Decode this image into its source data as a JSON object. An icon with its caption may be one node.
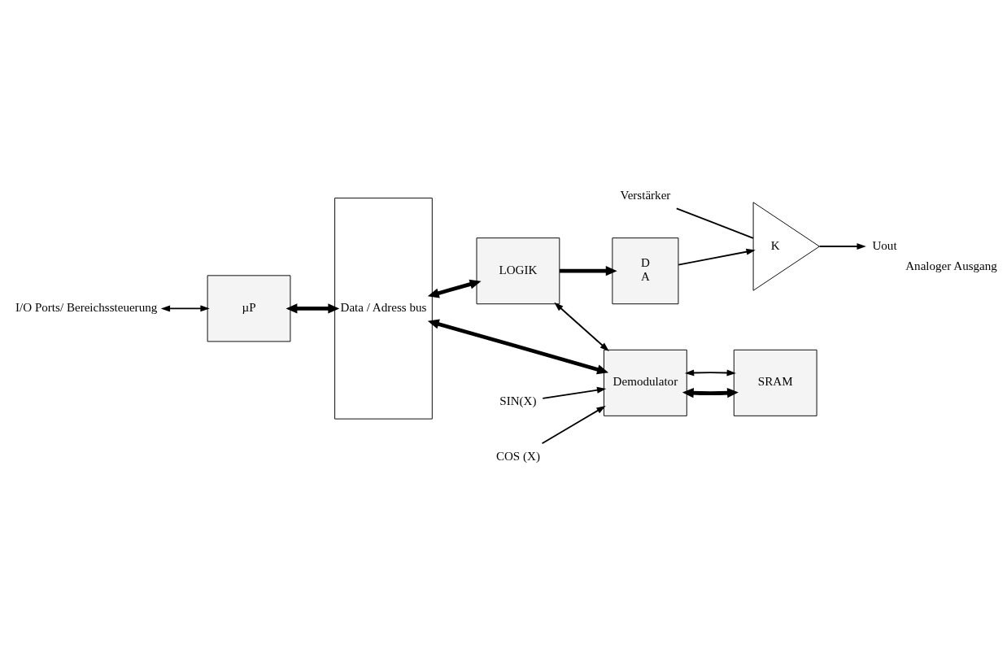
{
  "diagram": {
    "nodes": [
      {
        "text": [
          "D",
          "A"
        ]
      },
      {
        "text": [
          "K"
        ]
      },
      {
        "text": [
          "Verstärker"
        ]
      },
      {
        "text": [
          "Uout"
        ],
        "beside": [
          "Analoger Ausgang"
        ]
      },
      {
        "text": [
          "I/O Ports/ Bereichssteuerung"
        ]
      },
      {
        "text": [
          "µP"
        ]
      },
      {
        "text": [
          "Data / Adress bus"
        ]
      },
      {
        "text": [
          "LOGIK"
        ]
      },
      {
        "text": [
          "Demodulator"
        ]
      },
      {
        "text": [
          "SRAM"
        ]
      },
      {
        "text": [
          "SIN(X)"
        ]
      },
      {
        "text": [
          "COS (X)"
        ]
      }
    ],
    "edges": [
      {
        "from": 0,
        "to": 1,
        "arrow": "to"
      },
      {
        "from": 1,
        "to": 3,
        "arrow": "to"
      },
      {
        "from": 2,
        "to": 1,
        "arrow": "none"
      },
      {
        "from": 7,
        "to": 0,
        "arrow": "to",
        "style": "thick"
      },
      {
        "from": 4,
        "to": 5,
        "arrow": "both"
      },
      {
        "from": 5,
        "to": 6,
        "arrow": "both",
        "style": "thick"
      },
      {
        "from": 6,
        "to": 7,
        "arrow": "both",
        "style": "thick"
      },
      {
        "from": 6,
        "to": 8,
        "arrow": "both",
        "style": "thick"
      },
      {
        "from": 7,
        "to": 8,
        "arrow": "both"
      },
      {
        "from": 8,
        "to": 9,
        "arrow": "both",
        "style": "thick"
      },
      {
        "from": 8,
        "to": 9,
        "arrow": "both"
      },
      {
        "from": 10,
        "to": 8,
        "arrow": "to"
      },
      {
        "from": 11,
        "to": 8,
        "arrow": "to"
      }
    ]
  }
}
